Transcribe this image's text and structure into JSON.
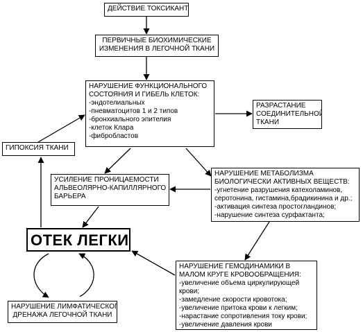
{
  "nodes": {
    "action": {
      "lines": [
        "ДЕЙСТВИЕ ТОКСИКАНТА"
      ]
    },
    "primary": {
      "lines": [
        "ПЕРВИЧНЫЕ БИОХИМИЧЕСКИЕ",
        "ИЗМЕНЕНИЯ  В ЛЕГОЧНОЙ ТКАНИ"
      ]
    },
    "dysfunction": {
      "lines": [
        "НАРУШЕНИЕ ФУНКЦИОНАЛЬНОГО",
        "СОСТОЯНИЯ  И ГИБЕЛЬ КЛЕТОК:",
        "-эндотелиальных",
        "-пневматоцитов 1 и 2 типов",
        "-бронхиального эпителия",
        "-клеток Клара",
        "-фибробластов"
      ]
    },
    "growth": {
      "lines": [
        "РАЗРАСТАНИЕ",
        "СОЕДИНИТЕЛЬНОЙ",
        "ТКАНИ"
      ]
    },
    "hypoxia": {
      "lines": [
        "ГИПОКСИЯ ТКАНИ"
      ]
    },
    "permeability": {
      "lines": [
        "УСИЛЕНИЕ ПРОНИЦАЕМОСТИ",
        "АЛЬВЕОЛЯРНО-КАПИЛЛЯРНОГО",
        "БАРЬЕРА"
      ]
    },
    "metabolism": {
      "lines": [
        "НАРУШЕНИЕ МЕТАБОЛИЗМА",
        "БИОЛОГИЧЕСКИ АКТИВНЫХ ВЕЩЕСТВ:",
        "-угнетение разрушения катехоламинов,",
        "серотонина, гистамина,брадикинина и др.;",
        "-активация синтеза простогландинов;",
        "-нарушение синтеза сурфактанта;"
      ]
    },
    "edema": {
      "lines": [
        "ОТЕК ЛЕГКИХ"
      ]
    },
    "hemodynamics": {
      "lines": [
        "НАРУШЕНИЕ ГЕМОДИНАМИКИ В",
        "МАЛОМ КРУГЕ КРОВООБРАЩЕНИЯ:",
        "-увеличение объема циркулирующей",
        "крови;",
        "-замедление скорости кровотока;",
        "-увеличение притока крови к легким;",
        "-нарастание сопротивления току крови;",
        "-увеличение давления крови"
      ]
    },
    "lymph": {
      "lines": [
        "НАРУШЕНИЕ ЛИМФАТИЧЕСКОГО",
        "ДРЕНАЖА ЛЕГОЧНОЙ ТКАНИ"
      ]
    }
  }
}
